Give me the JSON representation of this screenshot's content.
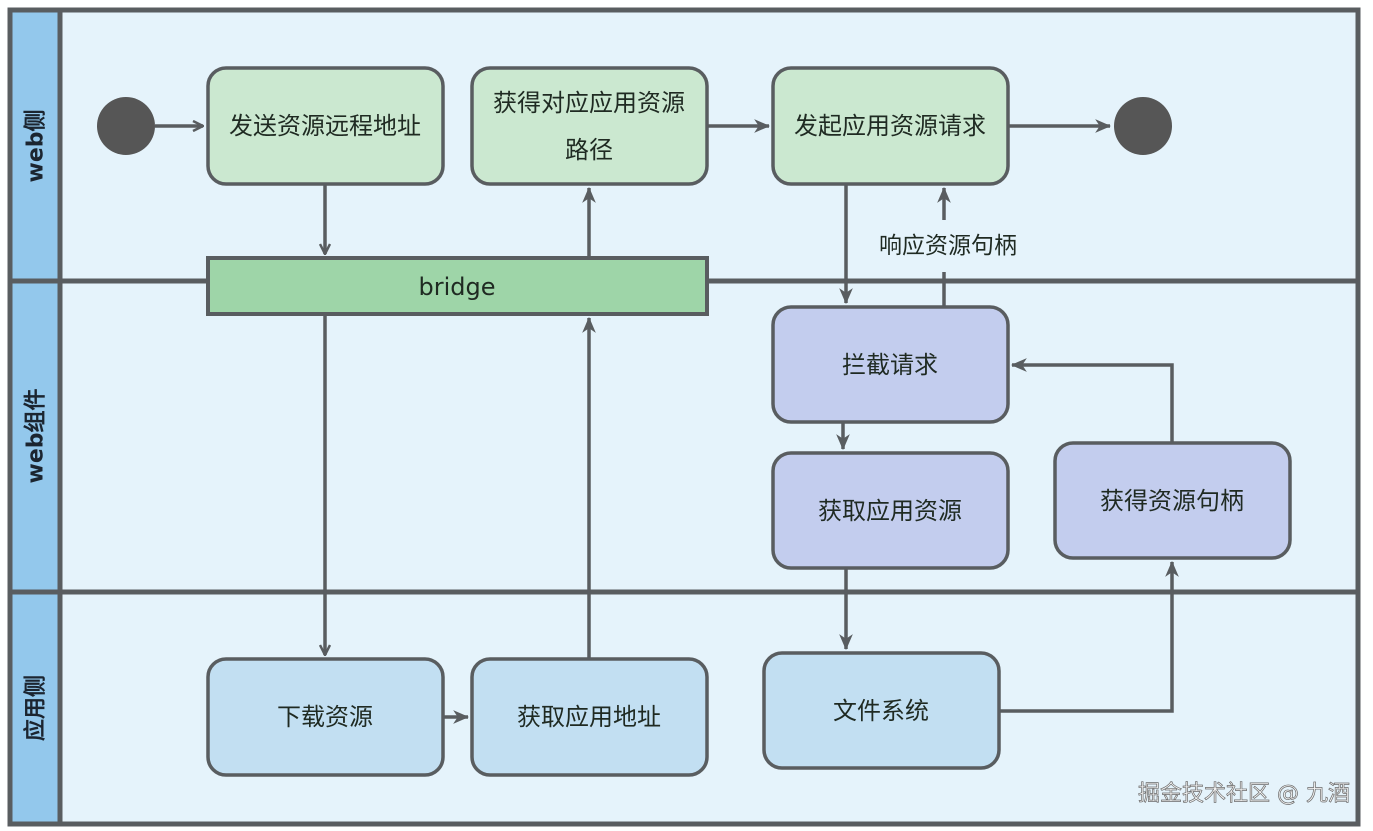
{
  "lanes": [
    {
      "id": "web-side",
      "label": "web侧"
    },
    {
      "id": "web-component",
      "label": "web组件"
    },
    {
      "id": "app-side",
      "label": "应用侧"
    }
  ],
  "nodes": {
    "send_remote_address": {
      "label": "发送资源远程地址",
      "lane": "web-side"
    },
    "get_app_resource_path": {
      "label_line1": "获得对应应用资源",
      "label_line2": "路径",
      "lane": "web-side"
    },
    "initiate_app_resource_request": {
      "label": "发起应用资源请求",
      "lane": "web-side"
    },
    "bridge": {
      "label": "bridge",
      "lane": "web-side/web-component"
    },
    "intercept_request": {
      "label": "拦截请求",
      "lane": "web-component"
    },
    "fetch_app_resource": {
      "label": "获取应用资源",
      "lane": "web-component"
    },
    "obtain_resource_handle": {
      "label": "获得资源句柄",
      "lane": "web-component"
    },
    "download_resource": {
      "label": "下载资源",
      "lane": "app-side"
    },
    "get_app_address": {
      "label": "获取应用地址",
      "lane": "app-side"
    },
    "file_system": {
      "label": "文件系统",
      "lane": "app-side"
    }
  },
  "edges": [
    {
      "from": "start",
      "to": "send_remote_address"
    },
    {
      "from": "send_remote_address",
      "to": "bridge"
    },
    {
      "from": "bridge",
      "to": "download_resource"
    },
    {
      "from": "download_resource",
      "to": "get_app_address"
    },
    {
      "from": "get_app_address",
      "to": "bridge"
    },
    {
      "from": "bridge",
      "to": "get_app_resource_path"
    },
    {
      "from": "get_app_resource_path",
      "to": "initiate_app_resource_request"
    },
    {
      "from": "initiate_app_resource_request",
      "to": "intercept_request"
    },
    {
      "from": "intercept_request",
      "to": "fetch_app_resource"
    },
    {
      "from": "fetch_app_resource",
      "to": "file_system"
    },
    {
      "from": "file_system",
      "to": "obtain_resource_handle"
    },
    {
      "from": "obtain_resource_handle",
      "to": "intercept_request"
    },
    {
      "from": "intercept_request",
      "to": "initiate_app_resource_request",
      "label": "响应资源句柄"
    },
    {
      "from": "initiate_app_resource_request",
      "to": "end"
    }
  ],
  "edge_labels": {
    "respond_resource_handle": "响应资源句柄"
  },
  "colors": {
    "lane_background": "#e5f3fb",
    "lane_header": "#93c8ec",
    "frame": "#595d60",
    "web_side_node": "#cbe8d0",
    "bridge": "#9ed5a8",
    "web_component_node": "#c3cdee",
    "app_side_node": "#c2dff2",
    "terminal": "#565656"
  },
  "watermark": "掘金技术社区 @ 九酒"
}
